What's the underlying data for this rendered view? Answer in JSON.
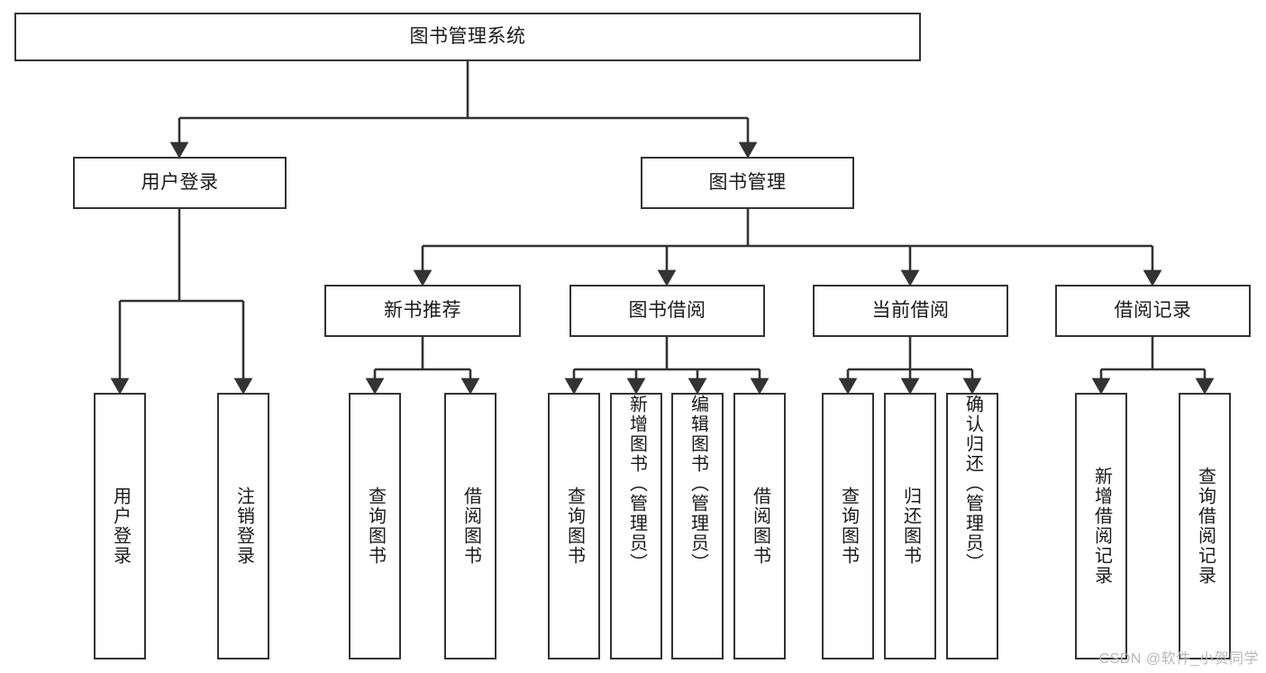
{
  "diagram": {
    "title": "图书管理系统",
    "type": "tree-hierarchy-diagram",
    "colors": {
      "box_border": "#333333",
      "box_fill": "#ffffff",
      "edge": "#333333",
      "text": "#1a1a1a",
      "watermark": "#b8b8b8",
      "background": "#ffffff"
    },
    "nodes": {
      "root": {
        "label": "图书管理系统"
      },
      "level2": [
        {
          "label": "用户登录"
        },
        {
          "label": "图书管理"
        }
      ],
      "level3": [
        {
          "label": "新书推荐"
        },
        {
          "label": "图书借阅"
        },
        {
          "label": "当前借阅"
        },
        {
          "label": "借阅记录"
        }
      ],
      "leaves": [
        {
          "label": "用户登录",
          "parent": "用户登录"
        },
        {
          "label": "注销登录",
          "parent": "用户登录"
        },
        {
          "label": "查询图书",
          "parent": "新书推荐"
        },
        {
          "label": "借阅图书",
          "parent": "新书推荐"
        },
        {
          "label": "查询图书",
          "parent": "图书借阅"
        },
        {
          "label": "新增图书（管理员）",
          "parent": "图书借阅"
        },
        {
          "label": "编辑图书（管理员）",
          "parent": "图书借阅"
        },
        {
          "label": "借阅图书",
          "parent": "图书借阅"
        },
        {
          "label": "查询图书",
          "parent": "当前借阅"
        },
        {
          "label": "归还图书",
          "parent": "当前借阅"
        },
        {
          "label": "确认归还（管理员）",
          "parent": "当前借阅"
        },
        {
          "label": "新增借阅记录",
          "parent": "借阅记录"
        },
        {
          "label": "查询借阅记录",
          "parent": "借阅记录"
        }
      ]
    },
    "watermark": "CSDN @软件_小贺同学"
  }
}
